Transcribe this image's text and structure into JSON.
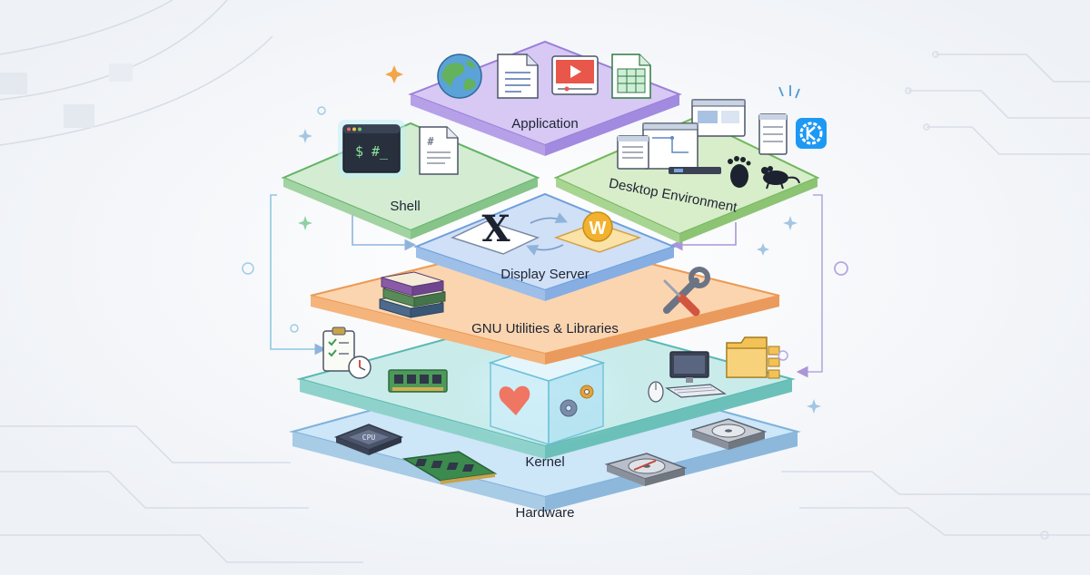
{
  "layers": {
    "application": {
      "label": "Application",
      "color": "#d7c8f4"
    },
    "shell": {
      "label": "Shell",
      "color": "#d3ecd2",
      "terminal_prompt": "$ #_",
      "script_symbol": "#"
    },
    "desktop_environment": {
      "label": "Desktop Environment",
      "color": "#d8edc9"
    },
    "display_server": {
      "label": "Display Server",
      "color": "#cfe0f7",
      "x11_glyph": "X",
      "wayland_glyph": "W"
    },
    "gnu_utilities": {
      "label": "GNU Utilities & Libraries",
      "color": "#fbd5b0"
    },
    "kernel": {
      "label": "Kernel",
      "color": "#c9ecea"
    },
    "hardware": {
      "label": "Hardware",
      "color": "#cde6f8",
      "cpu_chip_text": "CPU"
    }
  },
  "icons": {
    "application": [
      "globe-icon",
      "document-icon",
      "video-player-icon",
      "spreadsheet-icon"
    ],
    "shell": [
      "terminal-icon",
      "script-file-icon"
    ],
    "desktop_environment": [
      "window-manager-icon",
      "gnome-foot-icon",
      "xfce-mouse-icon",
      "kde-logo-icon"
    ],
    "display_server": [
      "x11-logo-icon",
      "wayland-logo-icon",
      "cycle-arrows-icon"
    ],
    "gnu_utilities": [
      "books-icon",
      "wrench-screwdriver-icon"
    ],
    "kernel": [
      "scheduler-clipboard-icon",
      "memory-module-icon",
      "heart-icon",
      "gears-icon",
      "computer-peripherals-icon",
      "folder-tree-icon"
    ],
    "hardware": [
      "cpu-chip-icon",
      "ram-stick-icon",
      "hard-drive-icon"
    ]
  }
}
